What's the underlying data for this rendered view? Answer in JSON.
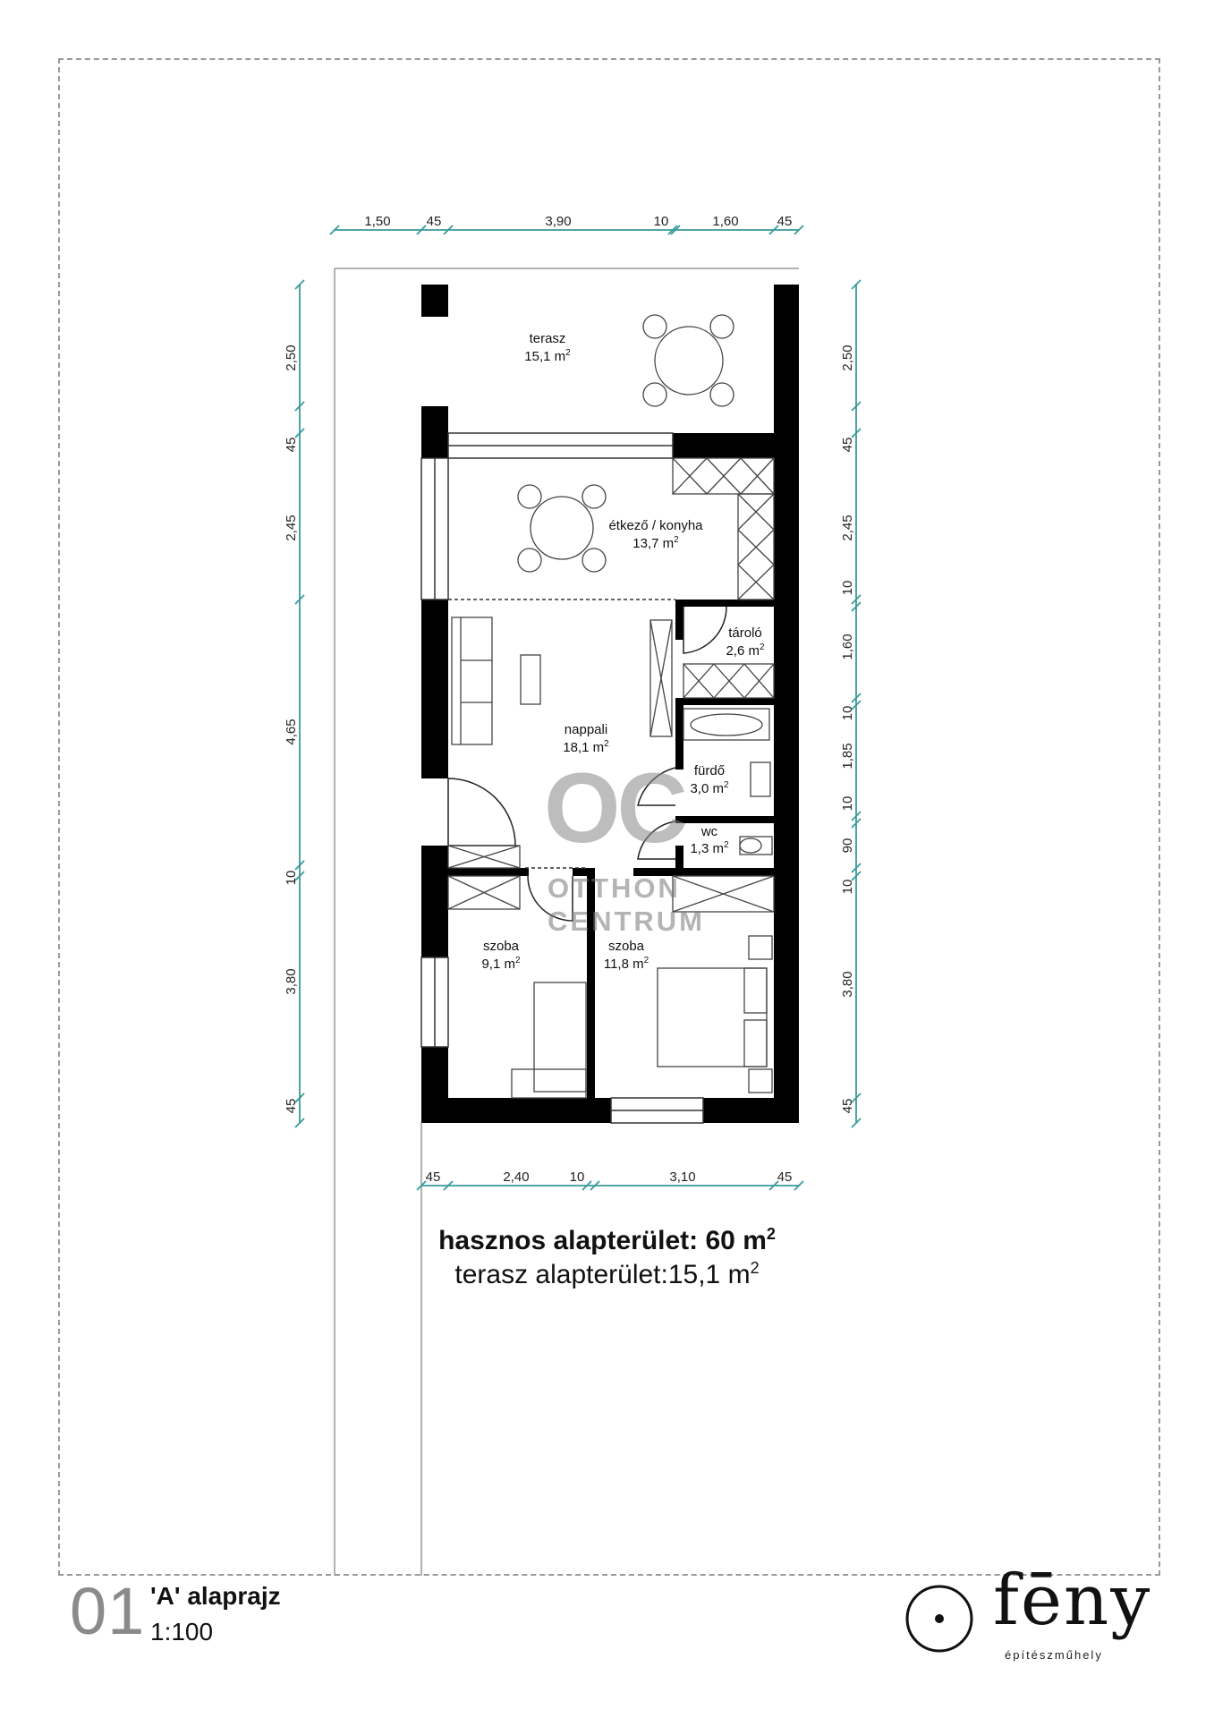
{
  "dimensions": {
    "top": [
      "1,50",
      "45",
      "3,90",
      "10",
      "1,60",
      "45"
    ],
    "bottom": [
      "45",
      "2,40",
      "10",
      "3,10",
      "45"
    ],
    "left": [
      "2,50",
      "45",
      "2,45",
      "4,65",
      "10",
      "3,80",
      "45"
    ],
    "right": [
      "2,50",
      "45",
      "2,45",
      "10",
      "1,60",
      "10",
      "1,85",
      "10",
      "90",
      "10",
      "3,80",
      "45"
    ]
  },
  "rooms": {
    "terasz": {
      "name": "terasz",
      "area": "15,1 m",
      "unit_exp": "2"
    },
    "etkezo": {
      "name": "étkező / konyha",
      "area": "13,7 m",
      "unit_exp": "2"
    },
    "nappali": {
      "name": "nappali",
      "area": "18,1 m",
      "unit_exp": "2"
    },
    "tarolo": {
      "name": "tároló",
      "area": "2,6 m",
      "unit_exp": "2"
    },
    "furdo": {
      "name": "fürdő",
      "area": "3,0 m",
      "unit_exp": "2"
    },
    "wc": {
      "name": "wc",
      "area": "1,3 m",
      "unit_exp": "2"
    },
    "szoba1": {
      "name": "szoba",
      "area": "9,1 m",
      "unit_exp": "2"
    },
    "szoba2": {
      "name": "szoba",
      "area": "11,8 m",
      "unit_exp": "2"
    }
  },
  "summary": {
    "useful_area": "hasznos alapterület: 60 m",
    "useful_exp": "2",
    "terrace_area": "terasz alapterület:15,1 m",
    "terrace_exp": "2"
  },
  "sheet": {
    "number": "01",
    "title": "'A' alaprajz",
    "scale": "1:100"
  },
  "logo": {
    "word": "fēny",
    "sub": "építészműhely"
  },
  "watermark": {
    "mark": "OC",
    "line1": "OTTHON",
    "line2": "CENTRUM"
  },
  "colors": {
    "dimension_line": "#3a9a9a",
    "wall": "#000000",
    "frame": "#9a9a9a"
  }
}
